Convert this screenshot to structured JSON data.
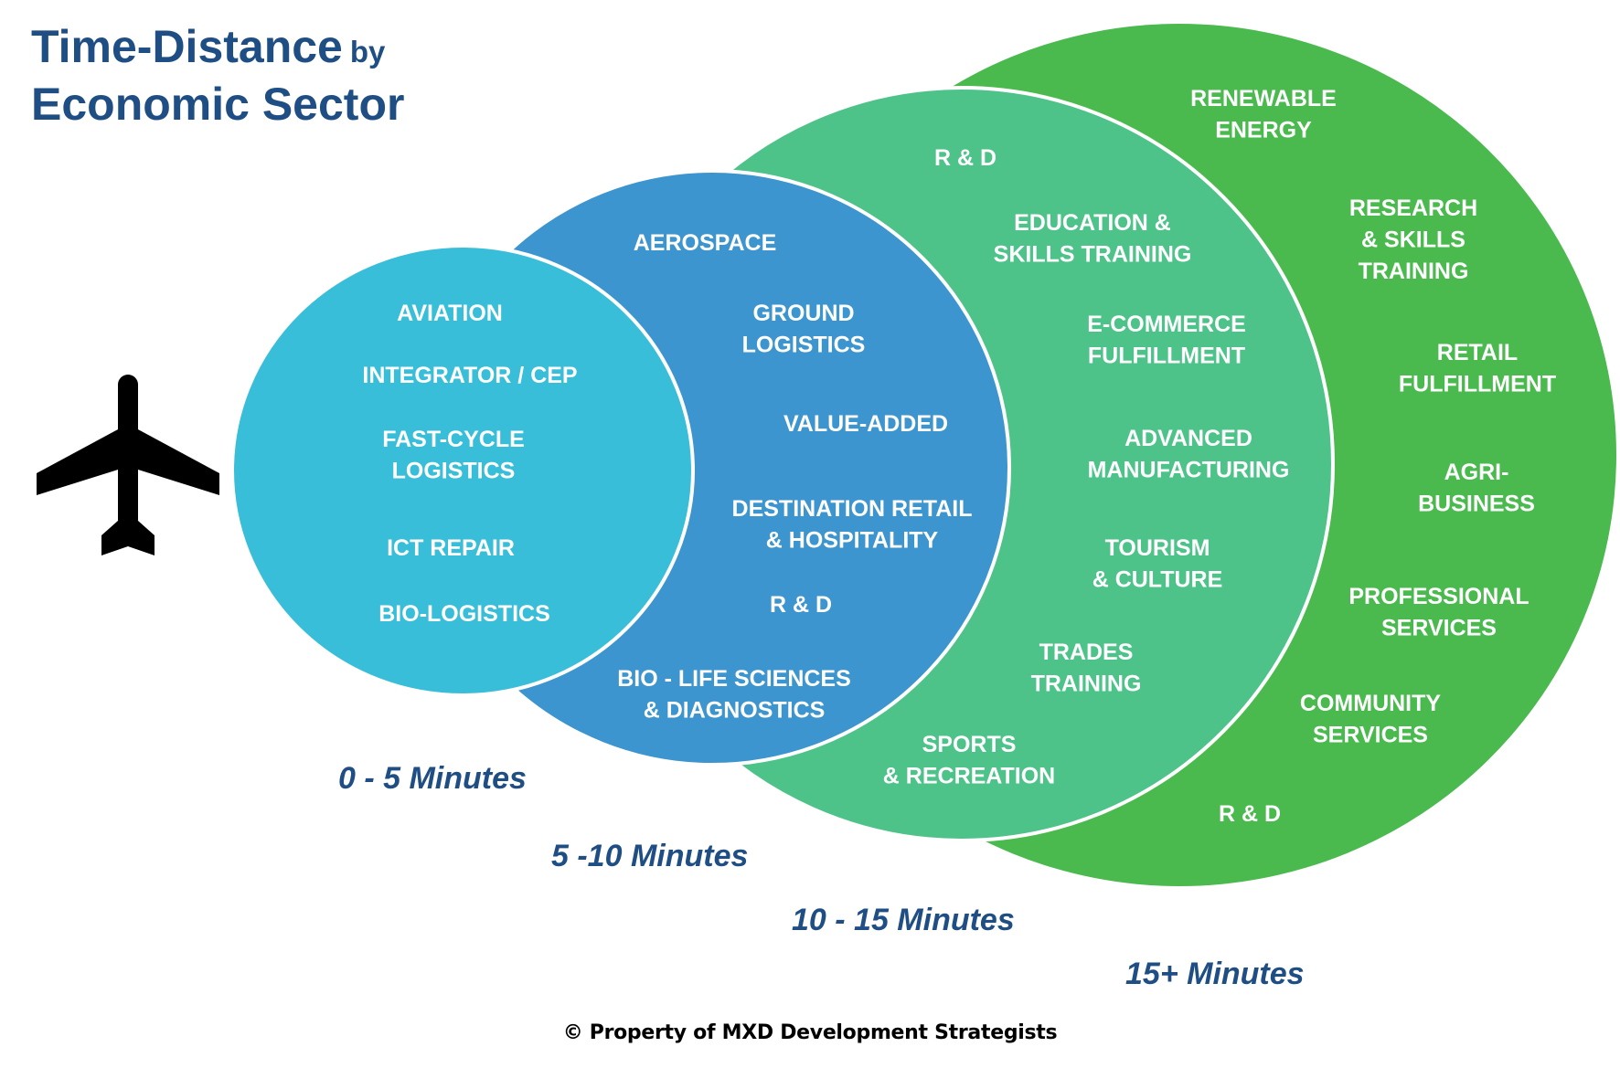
{
  "title": {
    "main": "Time-Distance",
    "connector": "by",
    "second_line": "Economic Sector"
  },
  "colors": {
    "title": "#1F4E84",
    "ring_0_5": "#38BED9",
    "ring_5_10": "#3C95CE",
    "ring_10_15": "#4EC389",
    "ring_15_plus": "#4ABA4E",
    "sector_text": "#FFFFFF",
    "divider": "#FFFFFF",
    "plane": "#000000"
  },
  "icon": {
    "name": "airplane-icon"
  },
  "rings": [
    {
      "id": "ring-0-5",
      "time_label": "0 - 5 Minutes",
      "sectors": [
        [
          "AVIATION"
        ],
        [
          "INTEGRATOR / CEP"
        ],
        [
          "FAST-CYCLE",
          "LOGISTICS"
        ],
        [
          "ICT REPAIR"
        ],
        [
          "BIO-LOGISTICS"
        ]
      ]
    },
    {
      "id": "ring-5-10",
      "time_label": "5 -10 Minutes",
      "sectors": [
        [
          "AEROSPACE"
        ],
        [
          "GROUND",
          "LOGISTICS"
        ],
        [
          "VALUE-ADDED"
        ],
        [
          "DESTINATION RETAIL",
          "& HOSPITALITY"
        ],
        [
          "R & D"
        ],
        [
          "BIO - LIFE SCIENCES",
          "& DIAGNOSTICS"
        ]
      ]
    },
    {
      "id": "ring-10-15",
      "time_label": "10 - 15 Minutes",
      "sectors": [
        [
          "R & D"
        ],
        [
          "EDUCATION &",
          "SKILLS TRAINING"
        ],
        [
          "E-COMMERCE",
          "FULFILLMENT"
        ],
        [
          "ADVANCED",
          "MANUFACTURING"
        ],
        [
          "TOURISM",
          "& CULTURE"
        ],
        [
          "TRADES",
          "TRAINING"
        ],
        [
          "SPORTS",
          "& RECREATION"
        ]
      ]
    },
    {
      "id": "ring-15-plus",
      "time_label": "15+ Minutes",
      "sectors": [
        [
          "RENEWABLE",
          "ENERGY"
        ],
        [
          "RESEARCH",
          "& SKILLS",
          "TRAINING"
        ],
        [
          "RETAIL",
          "FULFILLMENT"
        ],
        [
          "AGRI-",
          "BUSINESS"
        ],
        [
          "PROFESSIONAL",
          "SERVICES"
        ],
        [
          "COMMUNITY",
          "SERVICES"
        ],
        [
          "R & D"
        ]
      ]
    }
  ],
  "footer": "© Property of MXD Development Strategists"
}
